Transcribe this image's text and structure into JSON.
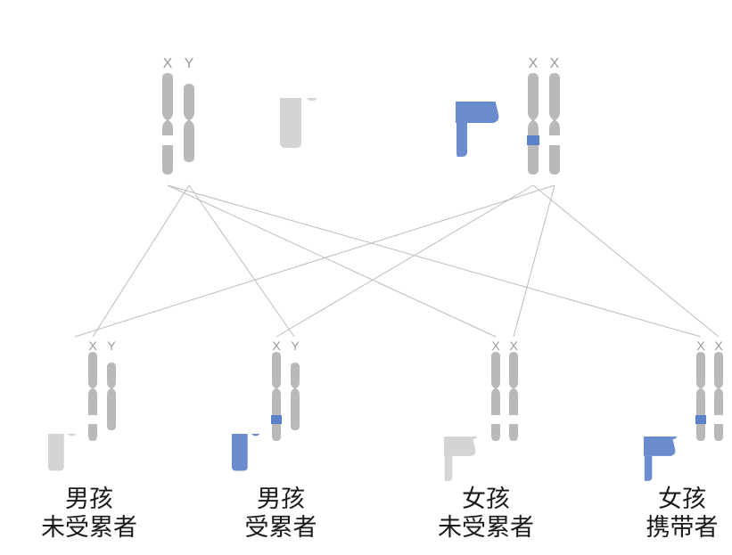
{
  "diagram": {
    "title_present": false,
    "type": "x-linked-recessive-inheritance-pedigree",
    "colors": {
      "affected_blue": "#6b8cce",
      "unaffected_gray": "#d4d4d4",
      "chromosome_gray": "#b9b9b9",
      "band_white": "#ffffff",
      "band_blue": "#5b82c8",
      "line_gray": "#b9b9b9",
      "label_gray": "#9a9a9a",
      "caption_black": "#1a1a1a",
      "background": "#ffffff"
    }
  },
  "parents": [
    {
      "id": "father",
      "role": "father",
      "figure": "male",
      "status": "unaffected",
      "fill_left": "#d4d4d4",
      "fill_right": "#d4d4d4",
      "chromosomes": [
        {
          "label": "X",
          "type": "X",
          "band": "white"
        },
        {
          "label": "Y",
          "type": "Y",
          "band": "none"
        }
      ]
    },
    {
      "id": "mother",
      "role": "mother",
      "figure": "female",
      "status": "carrier",
      "fill_left": "#6b8cce",
      "fill_right": "#d4d4d4",
      "chromosomes": [
        {
          "label": "X",
          "type": "X",
          "band": "blue"
        },
        {
          "label": "X",
          "type": "X",
          "band": "white"
        }
      ]
    }
  ],
  "children": [
    {
      "id": "child-1",
      "figure": "boy",
      "status": "unaffected",
      "fill_left": "#d4d4d4",
      "fill_right": "#d4d4d4",
      "chromosomes": [
        {
          "label": "X",
          "type": "X",
          "band": "white"
        },
        {
          "label": "Y",
          "type": "Y",
          "band": "none"
        }
      ],
      "caption_line1": "男孩",
      "caption_line2": "未受累者"
    },
    {
      "id": "child-2",
      "figure": "boy",
      "status": "affected",
      "fill_left": "#6b8cce",
      "fill_right": "#6b8cce",
      "chromosomes": [
        {
          "label": "X",
          "type": "X",
          "band": "blue"
        },
        {
          "label": "Y",
          "type": "Y",
          "band": "none"
        }
      ],
      "caption_line1": "男孩",
      "caption_line2": "受累者"
    },
    {
      "id": "child-3",
      "figure": "girl",
      "status": "unaffected",
      "fill_left": "#d4d4d4",
      "fill_right": "#d4d4d4",
      "chromosomes": [
        {
          "label": "X",
          "type": "X",
          "band": "white"
        },
        {
          "label": "X",
          "type": "X",
          "band": "white"
        }
      ],
      "caption_line1": "女孩",
      "caption_line2": "未受累者"
    },
    {
      "id": "child-4",
      "figure": "girl",
      "status": "carrier",
      "fill_left": "#6b8cce",
      "fill_right": "#d4d4d4",
      "chromosomes": [
        {
          "label": "X",
          "type": "X",
          "band": "blue"
        },
        {
          "label": "X",
          "type": "X",
          "band": "white"
        }
      ],
      "caption_line1": "女孩",
      "caption_line2": "携带者"
    }
  ],
  "inheritance_lines": [
    {
      "from": "father-X",
      "to": "child-3"
    },
    {
      "from": "father-X",
      "to": "child-4"
    },
    {
      "from": "father-Y",
      "to": "child-1"
    },
    {
      "from": "father-Y",
      "to": "child-2"
    },
    {
      "from": "mother-X1",
      "to": "child-2"
    },
    {
      "from": "mother-X1",
      "to": "child-4"
    },
    {
      "from": "mother-X2",
      "to": "child-1"
    },
    {
      "from": "mother-X2",
      "to": "child-3"
    }
  ]
}
